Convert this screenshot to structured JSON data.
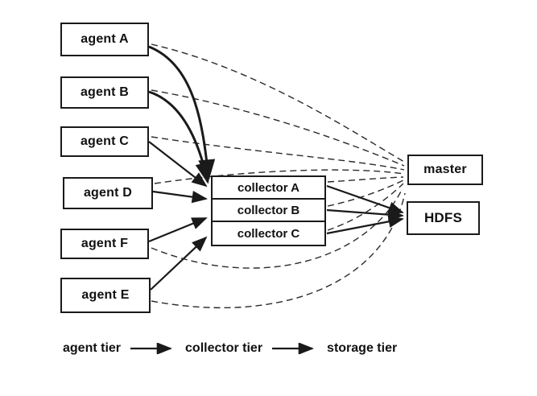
{
  "diagram": {
    "agents": [
      {
        "label": "agent A"
      },
      {
        "label": "agent B"
      },
      {
        "label": "agent C"
      },
      {
        "label": "agent D"
      },
      {
        "label": "agent F"
      },
      {
        "label": "agent E"
      }
    ],
    "collectors": [
      {
        "label": "collector A"
      },
      {
        "label": "collector B"
      },
      {
        "label": "collector C"
      }
    ],
    "master": {
      "label": "master"
    },
    "hdfs": {
      "label": "HDFS"
    },
    "edges": {
      "solid": [
        {
          "from": "agent A",
          "to": "collector A"
        },
        {
          "from": "agent B",
          "to": "collector A"
        },
        {
          "from": "agent C",
          "to": "collector A"
        },
        {
          "from": "agent D",
          "to": "collector B"
        },
        {
          "from": "agent F",
          "to": "collector B"
        },
        {
          "from": "agent E",
          "to": "collector C"
        },
        {
          "from": "collector A",
          "to": "HDFS"
        },
        {
          "from": "collector B",
          "to": "HDFS"
        },
        {
          "from": "collector C",
          "to": "HDFS"
        }
      ],
      "dashed": [
        {
          "from": "agent A",
          "to": "master"
        },
        {
          "from": "agent B",
          "to": "master"
        },
        {
          "from": "agent C",
          "to": "master"
        },
        {
          "from": "agent D",
          "to": "master"
        },
        {
          "from": "agent F",
          "to": "master"
        },
        {
          "from": "agent E",
          "to": "master"
        },
        {
          "from": "collector A",
          "to": "master"
        },
        {
          "from": "collector B",
          "to": "master"
        },
        {
          "from": "collector C",
          "to": "master"
        }
      ]
    }
  },
  "legend": {
    "agent_tier": "agent tier",
    "collector_tier": "collector tier",
    "storage_tier": "storage tier"
  },
  "colors": {
    "line": "#1a1a1a",
    "background": "#ffffff",
    "text": "#111111"
  }
}
